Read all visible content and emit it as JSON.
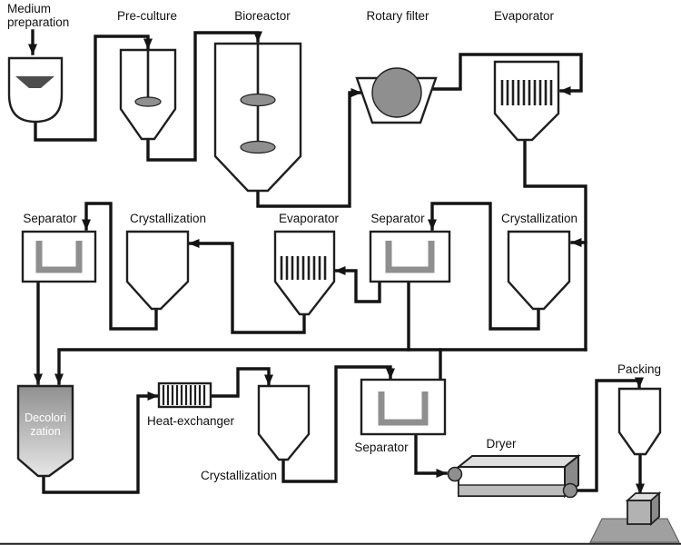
{
  "labels": {
    "medium_prep_1": "Medium",
    "medium_prep_2": "preparation",
    "pre_culture": "Pre-culture",
    "bioreactor": "Bioreactor",
    "rotary_filter": "Rotary filter",
    "evaporator_top": "Evaporator",
    "separator_left": "Separator",
    "crystallization_mid_left": "Crystallization",
    "evaporator_mid": "Evaporator",
    "separator_mid": "Separator",
    "crystallization_mid_right": "Crystallization",
    "decolorization_1": "Decolori",
    "decolorization_2": "zation",
    "heat_exchanger": "Heat-exchanger",
    "crystallization_bottom": "Crystallization",
    "separator_bottom": "Separator",
    "dryer": "Dryer",
    "packing": "Packing"
  },
  "colors": {
    "line": "#141414",
    "edge": "#1f1f1f",
    "metal": "#8f8f8f",
    "deco-top": "#909090",
    "deco-bottom": "#e6e6e6",
    "pallet": "#a0a0a0",
    "belt": "#bdbdbd",
    "box-front": "#b2b2b2",
    "box-side": "#8a8a8a",
    "box-top": "#dedede",
    "funnel": "#4d4d4d"
  }
}
